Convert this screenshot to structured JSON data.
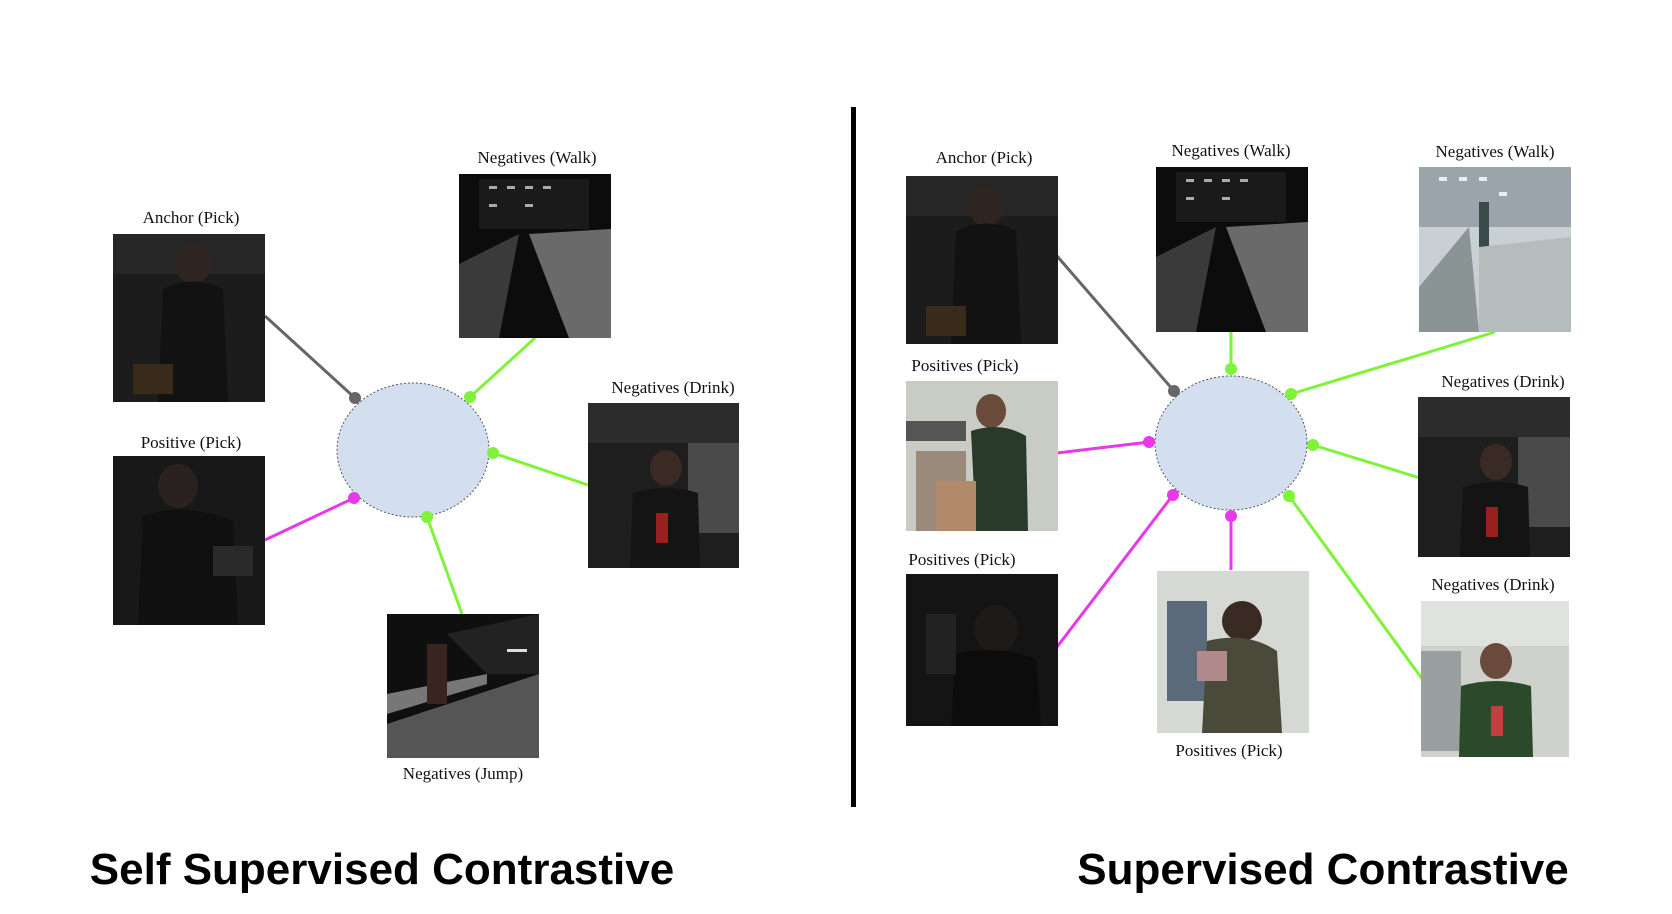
{
  "colors": {
    "anchor_link": "#666666",
    "positive_link": "#e838e8",
    "negative_link": "#7ff23a",
    "embedding_fill": "#d3dfee"
  },
  "left": {
    "caption": "Self Supervised Contrastive",
    "labels": {
      "anchor": "Anchor (Pick)",
      "positive": "Positive (Pick)",
      "neg_walk": "Negatives (Walk)",
      "neg_drink": "Negatives (Drink)",
      "neg_jump": "Negatives (Jump)"
    }
  },
  "right": {
    "caption": "Supervised Contrastive",
    "labels": {
      "anchor": "Anchor (Pick)",
      "pos1": "Positives (Pick)",
      "pos2": "Positives (Pick)",
      "pos3": "Positives (Pick)",
      "neg_walk1": "Negatives (Walk)",
      "neg_walk2": "Negatives (Walk)",
      "neg_drink1": "Negatives (Drink)",
      "neg_drink2": "Negatives (Drink)"
    }
  }
}
